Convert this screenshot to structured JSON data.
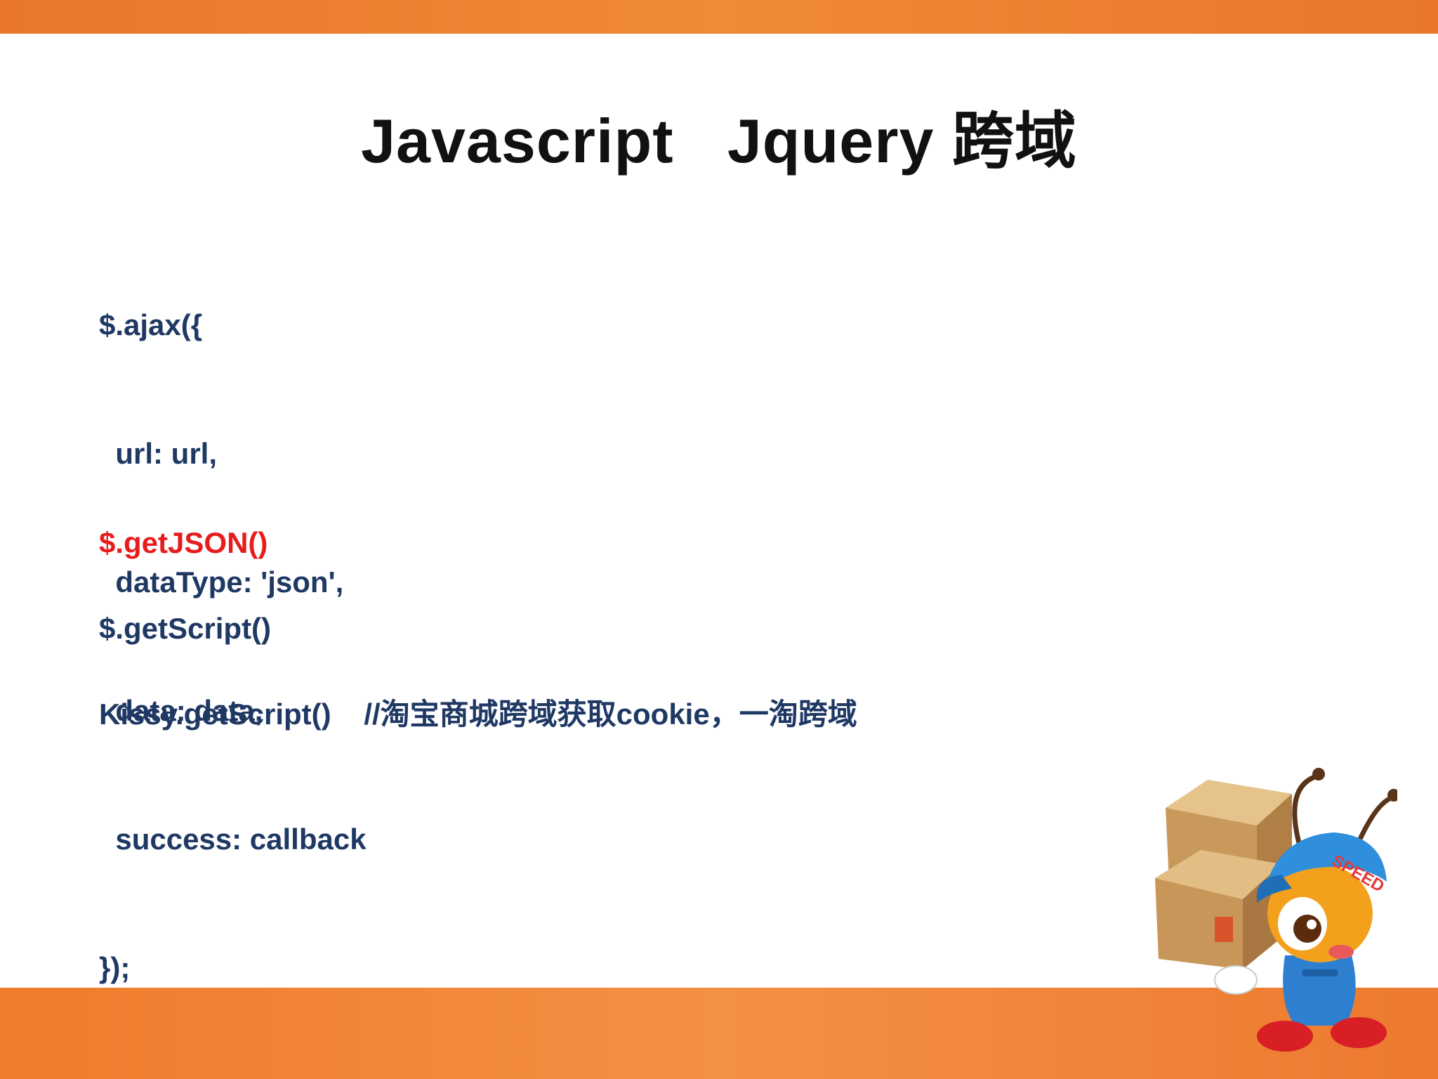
{
  "slide": {
    "title": "Javascript   Jquery 跨域",
    "code_block": [
      "$.ajax({",
      "  url: url,",
      "  dataType: 'json',",
      "  data: data,",
      "  success: callback",
      "});"
    ],
    "getjson": "$.getJSON()",
    "getscript": "$.getScript()",
    "kissy_call": "Kissy.getScript()",
    "kissy_comment": "    //淘宝商城跨域获取cookie，一淘跨域"
  },
  "colors": {
    "accent_orange": "#f08a36",
    "code_blue": "#1f3864",
    "highlight_red": "#e81c1c"
  },
  "icons": {
    "mascot": "ant-courier-mascot-icon"
  }
}
